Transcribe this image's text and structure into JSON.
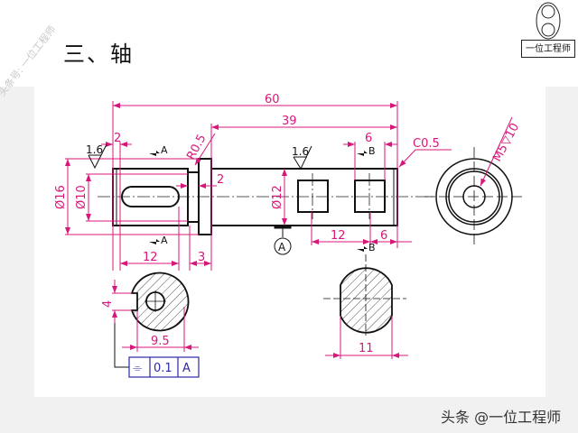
{
  "slide": {
    "title": "三、轴",
    "watermark": "头条号: 一位工程师",
    "logo_text": "一位工程师",
    "credit": "头条 @一位工程师"
  },
  "drawing": {
    "colors": {
      "dimension": "#d8177a",
      "outline": "#111111",
      "tolerance": "#2a2aa8"
    },
    "dimensions": {
      "overall_length": "60",
      "shaft_length": "39",
      "left_step": "2",
      "groove_width": "2",
      "slot_length": "12",
      "collar_width": "3",
      "flat_offset": "12",
      "flat_end": "6",
      "flat_width": "6",
      "dia_collar": "Ø16",
      "dia_left": "Ø10",
      "dia_shaft": "Ø12",
      "fillet": "R0.5",
      "chamfer": "C0.5",
      "thread": "M5▽10",
      "roughness_left": "1.6",
      "roughness_shaft": "1.6",
      "section_a_key": "4",
      "section_a_depth": "9.5",
      "section_b_flat": "11"
    },
    "section_labels": {
      "a": "A",
      "b": "B"
    },
    "datum": "A",
    "tolerance_frame": {
      "symbol": "⌯",
      "value": "0.1",
      "datum": "A"
    }
  }
}
